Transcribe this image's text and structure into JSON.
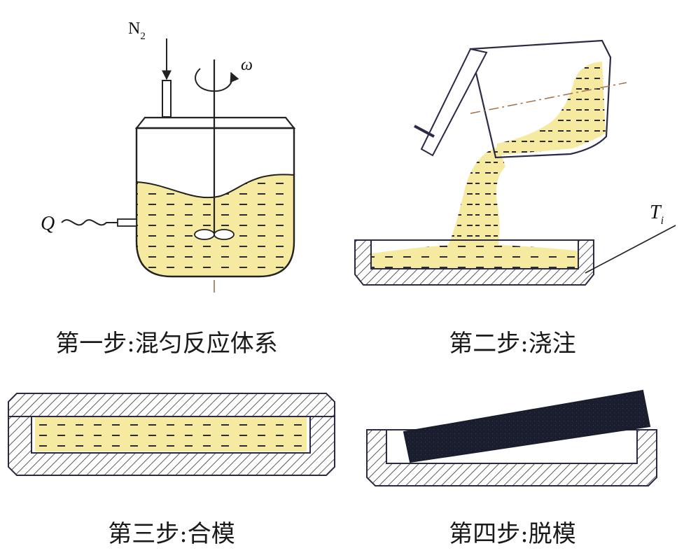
{
  "captions": {
    "step1": "第一步:混匀反应体系",
    "step2": "第二步:浇注",
    "step3": "第三步:合模",
    "step4": "第四步:脱模"
  },
  "labels": {
    "gas": "N",
    "gas_subscript": "2",
    "rotation": "ω",
    "heat": "Q",
    "temperature": "T",
    "temperature_subscript": "i"
  },
  "colors": {
    "liquid": "#f5eaa0",
    "dash": "#2b2b3a",
    "outline": "#2a2a44",
    "hatch": "#333333",
    "solid_product": "#1a1d2e"
  }
}
